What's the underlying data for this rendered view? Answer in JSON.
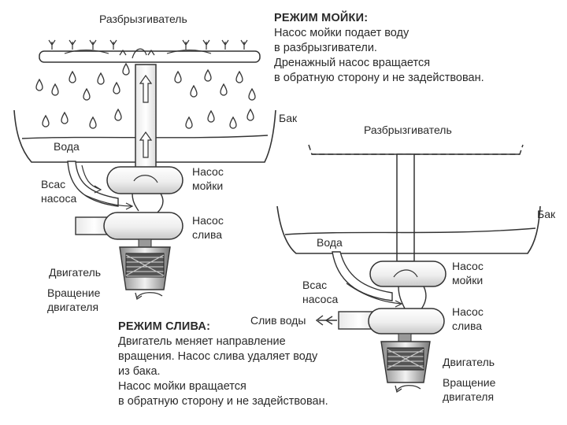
{
  "wash_mode": {
    "title": "РЕЖИМ МОЙКИ:",
    "lines": [
      "Насос мойки подает воду",
      "в разбрызгиватели.",
      "Дренажный насос вращается",
      "в обратную сторону и не задействован."
    ]
  },
  "drain_mode": {
    "title": "РЕЖИМ СЛИВА:",
    "lines": [
      "Двигатель меняет направление",
      "вращения. Насос слива удаляет воду",
      "из бака.",
      "Насос мойки вращается",
      "в обратную сторону и не задействован."
    ]
  },
  "left_diagram": {
    "sprayer": "Разбрызгиватель",
    "tank": "Бак",
    "water": "Вода",
    "pump_intake": [
      "Всас",
      "насоса"
    ],
    "wash_pump": [
      "Насос",
      "мойки"
    ],
    "drain_pump": [
      "Насос",
      "слива"
    ],
    "motor": "Двигатель",
    "motor_rotation": [
      "Вращение",
      "двигателя"
    ]
  },
  "right_diagram": {
    "sprayer": "Разбрызгиватель",
    "tank": "Бак",
    "water": "Вода",
    "pump_intake": [
      "Всас",
      "насоса"
    ],
    "wash_pump": [
      "Насос",
      "мойки"
    ],
    "drain_pump": [
      "Насос",
      "слива"
    ],
    "water_drain": "Слив воды",
    "motor": "Двигатель",
    "motor_rotation": [
      "Вращение",
      "двигателя"
    ]
  }
}
